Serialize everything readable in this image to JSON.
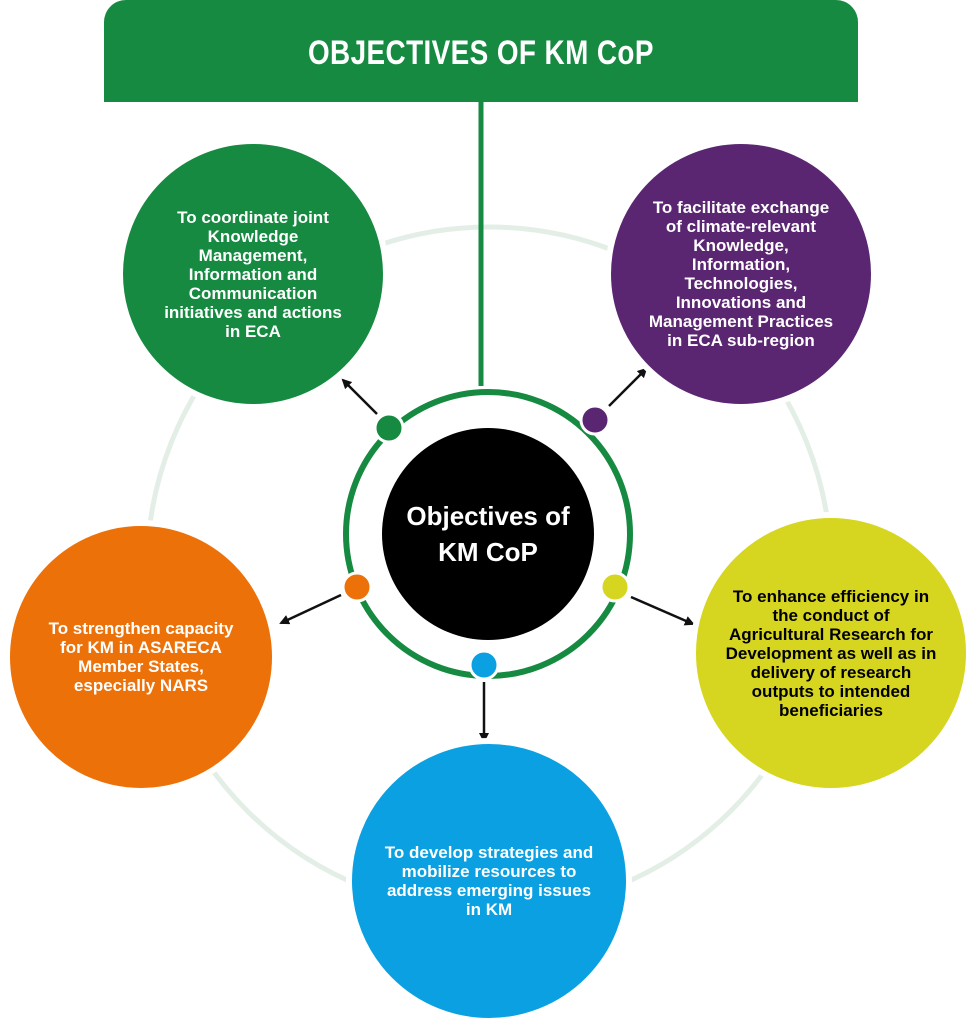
{
  "header": {
    "title": "OBJECTIVES OF KM CoP"
  },
  "center": {
    "label": "Objectives of KM CoP"
  },
  "objectives": [
    {
      "id": "coordinate",
      "text": "To coordinate joint Knowledge Management, Information and Communication initiatives and actions in ECA",
      "color": "#168a41"
    },
    {
      "id": "facilitate",
      "text": "To facilitate exchange of climate-relevant Knowledge, Information, Technologies, Innovations and Management Practices in ECA sub-region",
      "color": "#5b2671"
    },
    {
      "id": "strengthen",
      "text": "To strengthen capacity for KM in ASARECA Member States, especially NARS",
      "color": "#ec7109"
    },
    {
      "id": "enhance",
      "text": "To enhance efficiency in the conduct of Agricultural Research for Development as well as in delivery of research outputs to intended beneficiaries",
      "color": "#d6d51f"
    },
    {
      "id": "develop",
      "text": "To develop strategies and mobilize resources to address emerging issues in KM",
      "color": "#0ba0e1"
    }
  ]
}
